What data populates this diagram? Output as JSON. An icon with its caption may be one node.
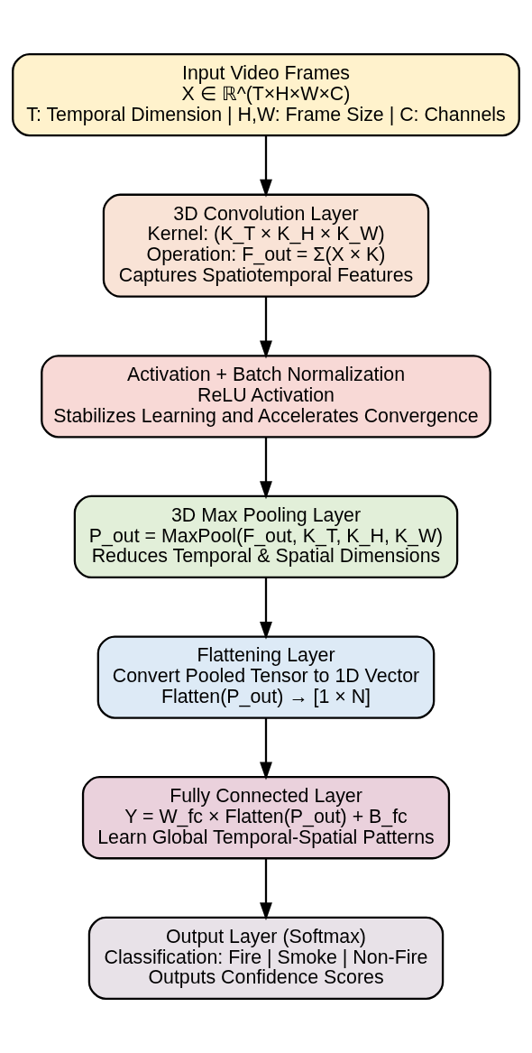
{
  "diagram": {
    "nodes": [
      {
        "text": [
          "Input Video Frames",
          "X ∈ ℝ^(T×H×W×C)",
          "T: Temporal Dimension | H,W: Frame Size | C: Channels"
        ]
      },
      {
        "text": [
          "3D Convolution Layer",
          "Kernel: (K_T × K_H × K_W)",
          "Operation: F_out = Σ(X × K)",
          "Captures Spatiotemporal Features"
        ]
      },
      {
        "text": [
          "Activation + Batch Normalization",
          "ReLU Activation",
          "Stabilizes Learning and Accelerates Convergence"
        ]
      },
      {
        "text": [
          "3D Max Pooling Layer",
          "P_out = MaxPool(F_out, K_T, K_H, K_W)",
          "Reduces Temporal & Spatial Dimensions"
        ]
      },
      {
        "text": [
          "Flattening Layer",
          "Convert Pooled Tensor to 1D Vector",
          "Flatten(P_out) → [1 × N]"
        ]
      },
      {
        "text": [
          "Fully Connected Layer",
          "Y = W_fc × Flatten(P_out) + B_fc",
          "Learn Global Temporal-Spatial Patterns"
        ]
      },
      {
        "text": [
          "Output Layer (Softmax)",
          "Classification: Fire | Smoke | Non-Fire",
          "Outputs Confidence Scores"
        ]
      }
    ],
    "edges": [
      {
        "from": 0,
        "to": 1,
        "arrow": "to"
      },
      {
        "from": 1,
        "to": 2,
        "arrow": "to"
      },
      {
        "from": 2,
        "to": 3,
        "arrow": "to"
      },
      {
        "from": 3,
        "to": 4,
        "arrow": "to"
      },
      {
        "from": 4,
        "to": 5,
        "arrow": "to"
      },
      {
        "from": 5,
        "to": 6,
        "arrow": "to"
      }
    ]
  }
}
